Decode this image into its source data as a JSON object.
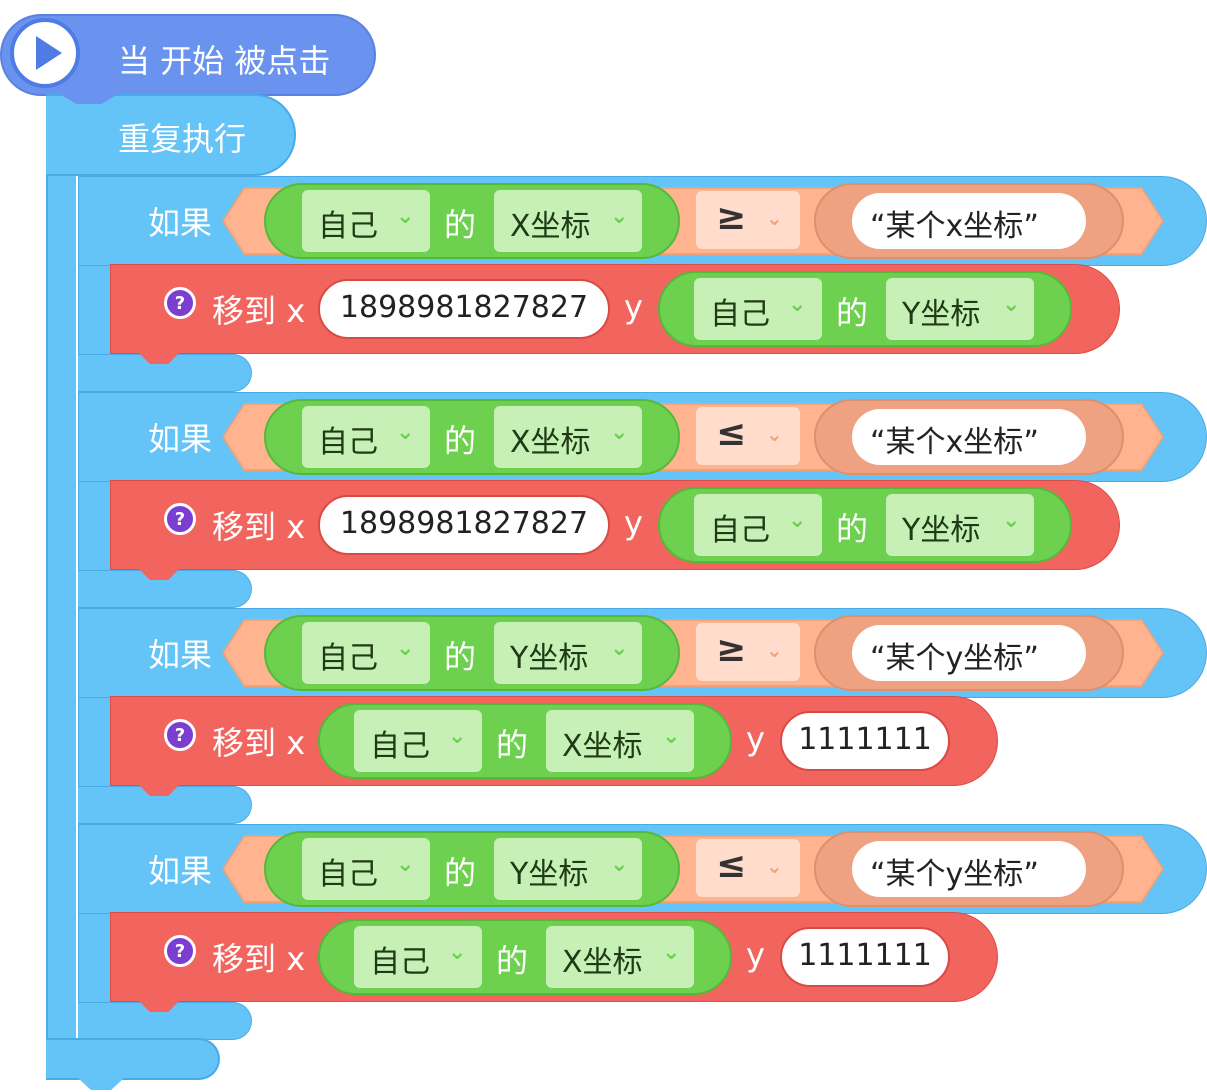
{
  "hat": {
    "label": "当 开始 被点击"
  },
  "forever": {
    "label": "重复执行"
  },
  "if_blocks": [
    {
      "if_label": "如果",
      "condition": {
        "left": {
          "object": "自己",
          "of": "的",
          "attribute": "X坐标"
        },
        "operator": "≥",
        "right": {
          "open_quote": "“",
          "value": "某个x坐标",
          "close_quote": "”"
        }
      },
      "body": {
        "action": "移到",
        "x_label": "x",
        "x_value": "1898981827827",
        "y_label": "y",
        "y_reporter": {
          "object": "自己",
          "of": "的",
          "attribute": "Y坐标"
        }
      }
    },
    {
      "if_label": "如果",
      "condition": {
        "left": {
          "object": "自己",
          "of": "的",
          "attribute": "X坐标"
        },
        "operator": "≤",
        "right": {
          "open_quote": "“",
          "value": "某个x坐标",
          "close_quote": "”"
        }
      },
      "body": {
        "action": "移到",
        "x_label": "x",
        "x_value": "1898981827827",
        "y_label": "y",
        "y_reporter": {
          "object": "自己",
          "of": "的",
          "attribute": "Y坐标"
        }
      }
    },
    {
      "if_label": "如果",
      "condition": {
        "left": {
          "object": "自己",
          "of": "的",
          "attribute": "Y坐标"
        },
        "operator": "≥",
        "right": {
          "open_quote": "“",
          "value": "某个y坐标",
          "close_quote": "”"
        }
      },
      "body": {
        "action": "移到",
        "x_label": "x",
        "x_reporter": {
          "object": "自己",
          "of": "的",
          "attribute": "X坐标"
        },
        "y_label": "y",
        "y_value": "1111111"
      }
    },
    {
      "if_label": "如果",
      "condition": {
        "left": {
          "object": "自己",
          "of": "的",
          "attribute": "Y坐标"
        },
        "operator": "≤",
        "right": {
          "open_quote": "“",
          "value": "某个y坐标",
          "close_quote": "”"
        }
      },
      "body": {
        "action": "移到",
        "x_label": "x",
        "x_reporter": {
          "object": "自己",
          "of": "的",
          "attribute": "X坐标"
        },
        "y_label": "y",
        "y_value": "1111111"
      }
    }
  ],
  "icons": {
    "play": "play-icon",
    "help": "help-icon",
    "dropdown": "chevron-down-icon"
  },
  "colors": {
    "event": "#6a93ef",
    "control": "#64c3f7",
    "operator": "#ffb38e",
    "sensing": "#6dd14f",
    "motion": "#f2655f",
    "help_badge": "#7a3fd1"
  }
}
